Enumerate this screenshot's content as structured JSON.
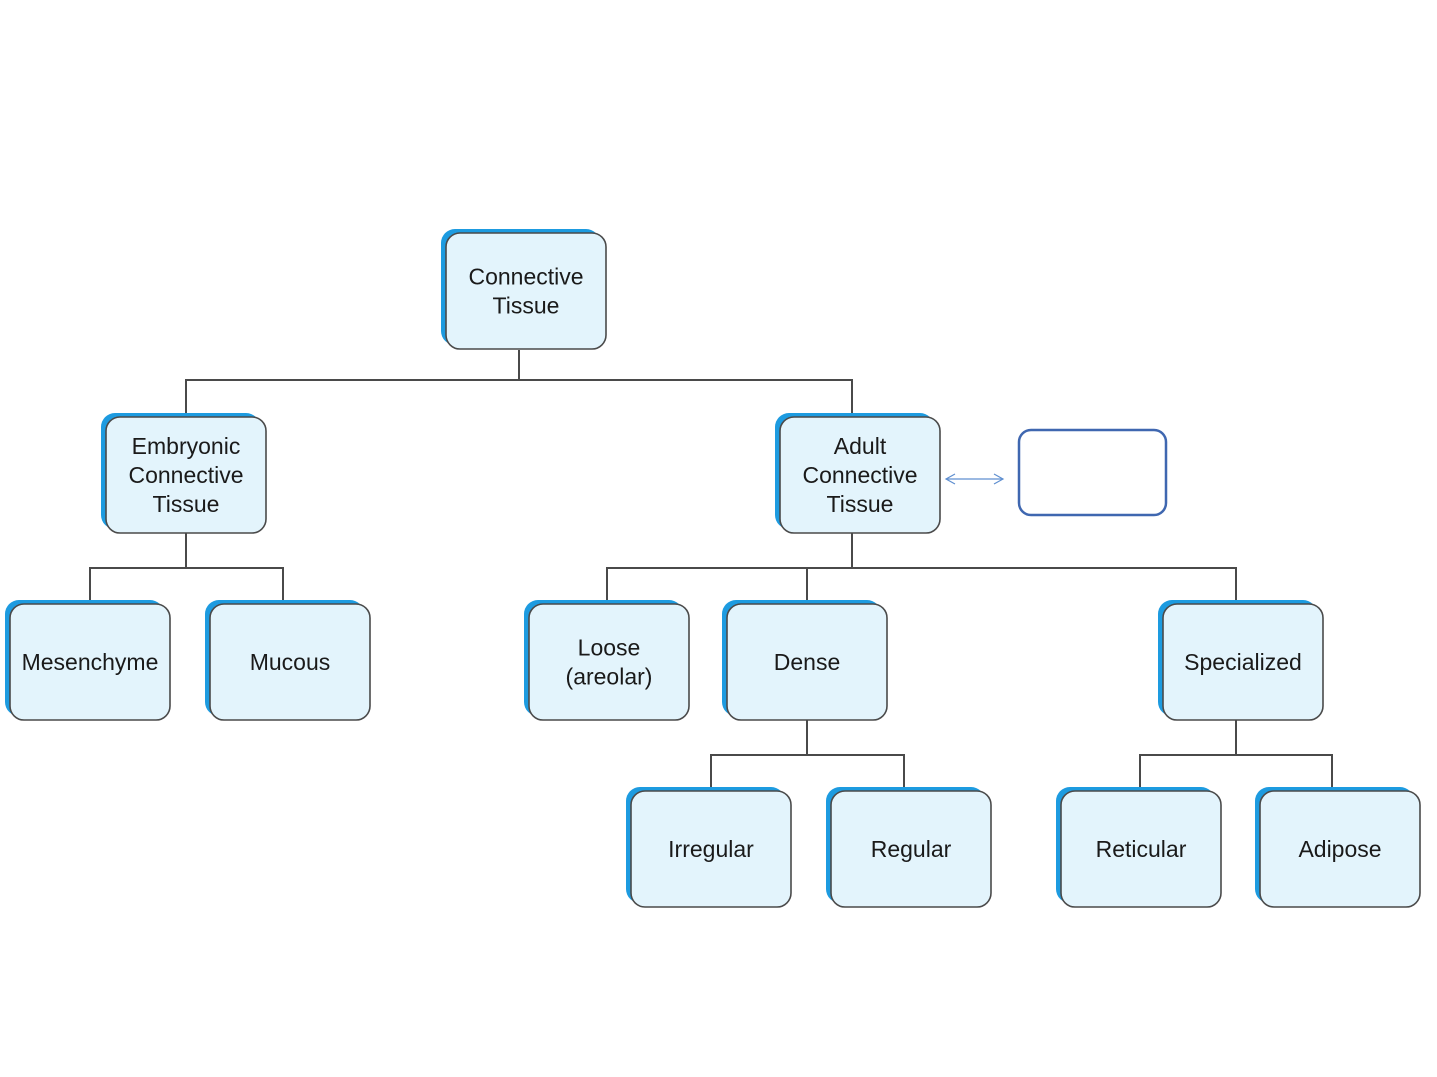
{
  "diagram": {
    "nodes": {
      "connective_tissue": [
        "Connective",
        "Tissue"
      ],
      "embryonic": [
        "Embryonic",
        "Connective",
        "Tissue"
      ],
      "adult": [
        "Adult",
        "Connective",
        "Tissue"
      ],
      "mesenchyme": [
        "Mesenchyme"
      ],
      "mucous": [
        "Mucous"
      ],
      "loose": [
        "Loose",
        "(areolar)"
      ],
      "dense": [
        "Dense"
      ],
      "specialized": [
        "Specialized"
      ],
      "irregular": [
        "Irregular"
      ],
      "regular": [
        "Regular"
      ],
      "reticular": [
        "Reticular"
      ],
      "adipose": [
        "Adipose"
      ]
    },
    "colors": {
      "box_fill": "#e3f4fc",
      "shadow": "#1d9be0",
      "line": "#4a4a4a",
      "empty_box_stroke": "#3f67b0",
      "arrow": "#5f8fd0"
    }
  }
}
